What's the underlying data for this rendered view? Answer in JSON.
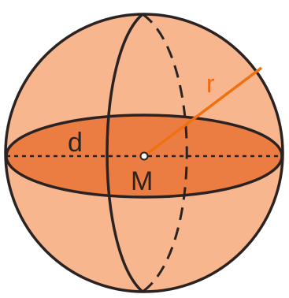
{
  "diagram": {
    "labels": {
      "diameter": "d",
      "radius": "r",
      "center": "M"
    },
    "colors": {
      "sphere_fill": "#f8b68f",
      "equator_fill": "#ec7d42",
      "outline": "#2a2322",
      "radius_line": "#f0700f",
      "radius_label": "#ef6a13"
    }
  }
}
